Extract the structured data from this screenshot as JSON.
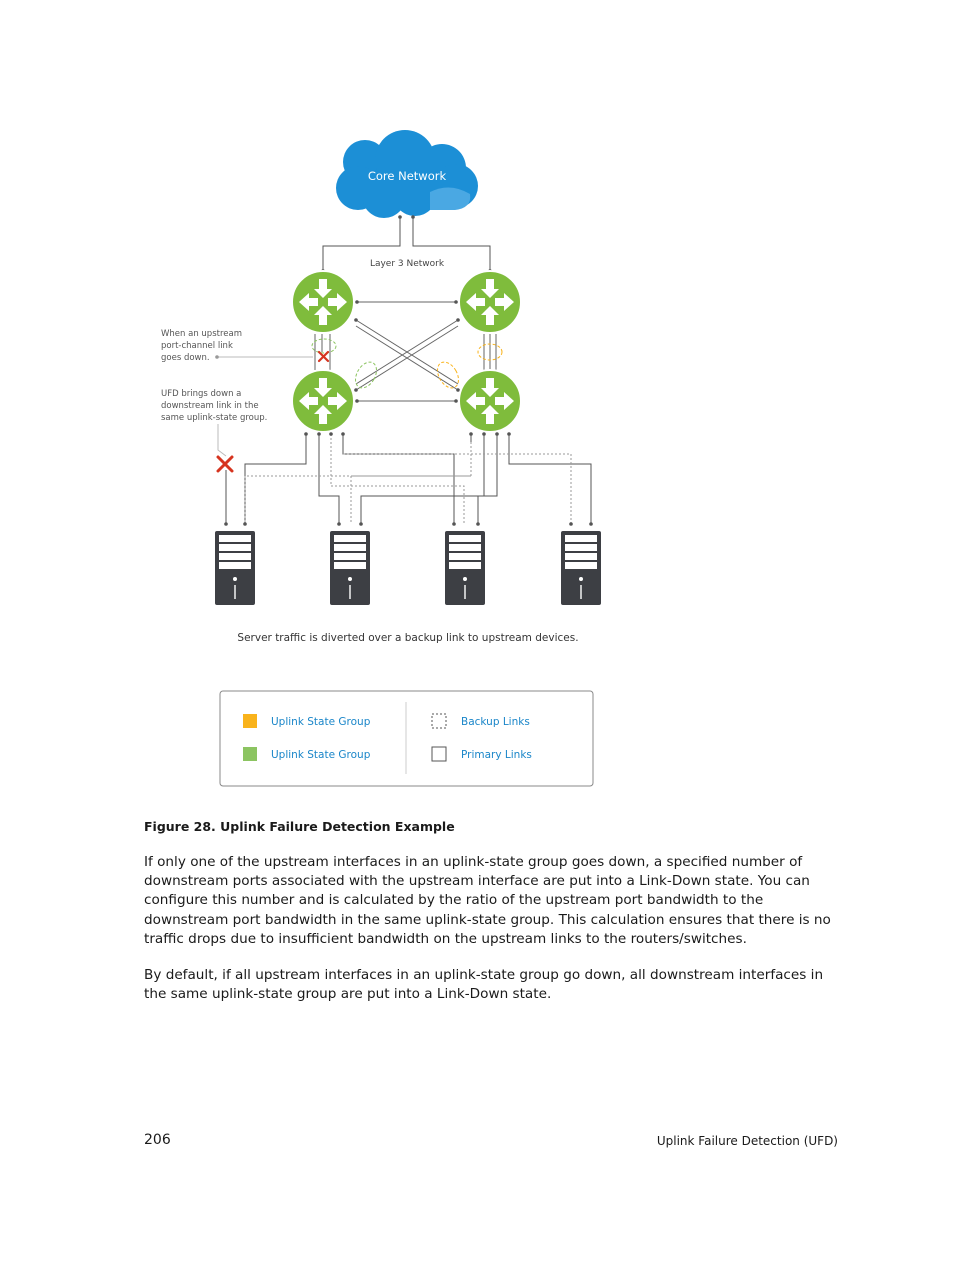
{
  "figure": {
    "cloud_label": "Core Network",
    "layer3_label": "Layer 3 Network",
    "annotation_1": [
      "When an upstream",
      "port-channel link",
      "goes down."
    ],
    "annotation_2": [
      "UFD brings down a",
      "downstream link in the",
      "same uplink-state group."
    ],
    "bottom_text": "Server traffic is diverted over a backup link to upstream devices.",
    "legend": {
      "items": [
        {
          "label": "Uplink State Group",
          "swatch": "#f9b31b"
        },
        {
          "label": "Uplink State Group",
          "swatch": "#8cc461"
        },
        {
          "label": "Backup Links",
          "swatch": "dashed"
        },
        {
          "label": "Primary Links",
          "swatch": "solid"
        }
      ]
    },
    "colors": {
      "cloud": "#1c8fd6",
      "router": "#7fbc3c",
      "server": "#3d3f44",
      "failure": "#d6341f",
      "legend_text": "#1a86c9"
    }
  },
  "caption": "Figure 28. Uplink Failure Detection Example",
  "paragraphs": [
    "If only one of the upstream interfaces in an uplink-state group goes down, a specified number of downstream ports associated with the upstream interface are put into a Link-Down state. You can configure this number and is calculated by the ratio of the upstream port bandwidth to the downstream port bandwidth in the same uplink-state group. This calculation ensures that there is no traffic drops due to insufficient bandwidth on the upstream links to the routers/switches.",
    "By default, if all upstream interfaces in an uplink-state group go down, all downstream interfaces in the same uplink-state group are put into a Link-Down state."
  ],
  "footer": {
    "page_number": "206",
    "section_title": "Uplink Failure Detection (UFD)"
  }
}
